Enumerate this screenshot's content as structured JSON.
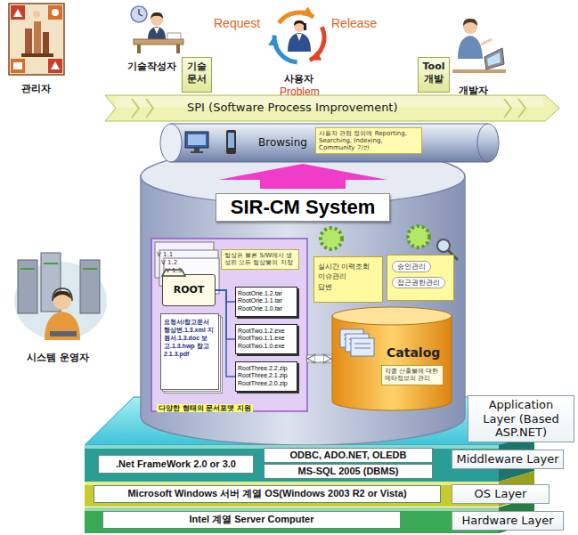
{
  "diagram": {
    "nodes": [
      {
        "text": [
          "기술 문서"
        ]
      },
      {
        "text": [
          "Tool 개발"
        ]
      },
      {
        "text": [
          "SPI (Software Process Improvement)"
        ]
      },
      {
        "text": [
          "Browsing"
        ]
      },
      {
        "text": [
          "사용자 관점 정의에 Reporting, Searching, Indexing, Community 기반"
        ],
        "in": 3
      },
      {
        "text": [
          "SIR-CM System"
        ]
      },
      {
        "text": [
          "형상은 물론 S/W에서 생성된 모든 형상물의 저장"
        ],
        "in": 5
      },
      {
        "text": [
          "ROOT"
        ],
        "in": 6
      },
      {
        "text": [
          "RootOne.1.2.tar RootOne.1.1.tar RootOne.1.0.tar"
        ],
        "in": 6
      },
      {
        "text": [
          "RootTwo.1.2.exe RootTwo.1.1.exe RootTwo.1.0.exe"
        ],
        "in": 6
      },
      {
        "text": [
          "RootThree.2.2.zip RootThree.2.1.zip RootThree.2.0.zip"
        ],
        "in": 6
      },
      {
        "text": [
          "요청서/참고문서 형상변.1.3.xml 지원서.1.3.doc 보고.1.3.hwp 참고2.1.3.pdf"
        ],
        "in": 6
      },
      {
        "text": [
          "실시간 이력조회",
          "이슈관리",
          "답변"
        ],
        "in": 5
      },
      {
        "text": [
          "승인관리",
          "접근권한관리"
        ],
        "in": 5
      },
      {
        "text": [
          "Catalog",
          "각종 산출물에 대한 메타정보의 관리"
        ],
        "in": 5
      },
      {
        "text": [
          "Application Layer (Based ASP.NET)"
        ]
      },
      {
        "text": [
          "Middleware Layer"
        ]
      },
      {
        "text": [
          ".Net FrameWork 2.0 or 3.0"
        ],
        "in": 16
      },
      {
        "text": [
          "ODBC, ADO.NET, OLEDB"
        ],
        "in": 16
      },
      {
        "text": [
          "MS-SQL 2005 (DBMS)"
        ],
        "in": 16
      },
      {
        "text": [
          "OS Layer"
        ]
      },
      {
        "text": [
          "Microsoft Windows 서버 계열 OS(Windows 2003 R2 or Vista)"
        ],
        "in": 20
      },
      {
        "text": [
          "Hardware Layer"
        ]
      },
      {
        "text": [
          "Intel 계열 Server Computer"
        ],
        "in": 22
      }
    ],
    "edges": [
      {
        "from": 5,
        "to": 3,
        "arrow": "to"
      },
      {
        "from": 6,
        "to": 14,
        "arrow": "both"
      },
      {
        "from": 7,
        "to": 8,
        "arrow": "none"
      },
      {
        "from": 7,
        "to": 9,
        "arrow": "none"
      },
      {
        "from": 7,
        "to": 10,
        "arrow": "none"
      }
    ],
    "labels": [
      "관리자",
      "기술작성자",
      "Request",
      "Release",
      "사용자",
      "Problem",
      "개발자",
      "V 1.1",
      "V 1.2",
      "V 1.3",
      "다양한 형태의 문서포맷 지원",
      "시스템 운영자"
    ]
  }
}
